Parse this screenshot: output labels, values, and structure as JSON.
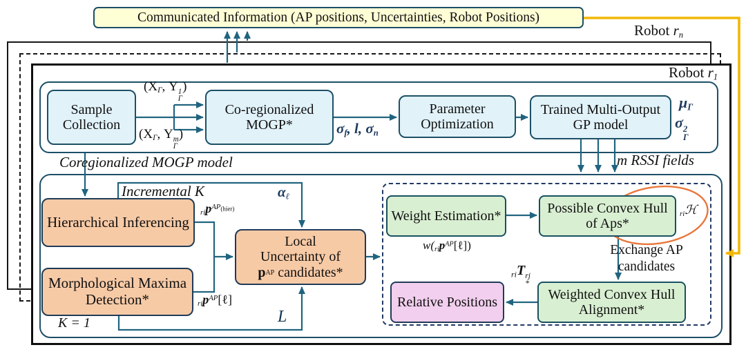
{
  "colors": {
    "teal": "#20647f",
    "teal_dark": "#1c4f66",
    "navy": "#1e3a5f",
    "yellow_fill": "#ffffd6",
    "yellow_line": "#f2b705",
    "orange": "#e8763a",
    "blue_fill": "#e1f2f9",
    "salmon_fill": "#f7caa6",
    "green_fill": "#d9efd2",
    "pink_fill": "#f2cfee"
  },
  "comm": {
    "label": "Communicated Information (AP positions, Uncertainties, Robot Positions)"
  },
  "robots": {
    "rn": {
      "pre": "Robot ",
      "var": "r",
      "sub": "n"
    },
    "r1": {
      "pre": "Robot ",
      "var": "r",
      "sub": "1"
    }
  },
  "top_row": {
    "sample": "Sample Collection",
    "mogp": "Co-regionalized MOGP*",
    "param": "Parameter Optimization",
    "trained": "Trained Multi-Output GP model"
  },
  "pipeline": {
    "hier": "Hierarchical Inferencing",
    "morph": "Morphological Maxima Detection*",
    "local": {
      "l1": "Local",
      "l2": "Uncertainty of",
      "p": "p",
      "sup": "AP",
      "rest": " candidates*"
    },
    "weight": "Weight Estimation*",
    "possible": "Possible Convex Hull of Aps*",
    "weighted": "Weighted Convex Hull Alignment*",
    "relative": "Relative Positions"
  },
  "annotations": {
    "coreg_model": "Coregionalized MOGP model",
    "m_rssi": "m RSSI fields",
    "incremental_k": "Incremental K",
    "k_eq_1": "K = 1",
    "L": "L",
    "exchange_1": "Exchange AP",
    "exchange_2": "candidates"
  },
  "math": {
    "xy1": {
      "a": "(X",
      "a_sub": "Γ",
      "b": ", Y",
      "b_sup": "1",
      "b_sub": "Γ",
      "c": ")"
    },
    "xym": {
      "a": "(X",
      "a_sub": "Γ",
      "b": ", Y",
      "b_sup": "m",
      "b_sub": "Γ",
      "c": ")"
    },
    "sigma_fln": {
      "s1": "σ",
      "s1_sub": "f",
      "mid": ", l, ",
      "s2": "σ",
      "s2_sub": "n"
    },
    "mu_gamma": {
      "a": "μ",
      "a_sub": "Γ"
    },
    "sigma_gamma_sq": {
      "a": "σ",
      "sup": "2",
      "sub": "Γ"
    },
    "alpha_l": {
      "a": "α",
      "a_sub": "ℓ"
    },
    "p_hier": {
      "pre": "ri",
      "p": "p",
      "sup": "AP",
      "sup2": "(hier)"
    },
    "p_ell": {
      "pre": "ri",
      "p": "p",
      "sup": "AP",
      "post": "[ℓ]"
    },
    "w_p": {
      "w": "w(",
      "pre": "ri",
      "p": "p",
      "sup": "AP",
      "post": "[ℓ])"
    },
    "r_hull": {
      "pre": "ri",
      "h": "ℋ"
    },
    "t_star": {
      "pre": "ri",
      "t": "T",
      "sup": "rj",
      "sub": "*"
    }
  }
}
